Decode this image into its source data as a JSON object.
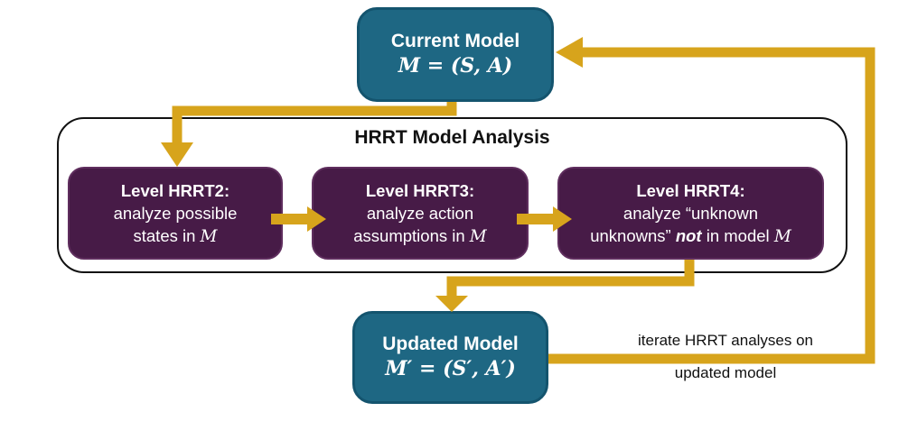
{
  "current_model": {
    "title": "Current Model",
    "formula": "M = (S, A)"
  },
  "analysis": {
    "title": "HRRT Model Analysis",
    "boxes": [
      {
        "title": "Level HRRT2:",
        "line2": "analyze possible",
        "line3_pre": "states in ",
        "math": "M"
      },
      {
        "title": "Level HRRT3:",
        "line2": "analyze action",
        "line3_pre": "assumptions in ",
        "math": "M"
      },
      {
        "title": "Level HRRT4:",
        "line2": "analyze “unknown",
        "line3_pre": "unknowns” ",
        "line3_emph": "not",
        "line3_mid": " in model ",
        "math": "M"
      }
    ]
  },
  "updated_model": {
    "title": "Updated Model",
    "formula": "M′ = (S′, A′)"
  },
  "feedback_label": {
    "line1": "iterate HRRT analyses on",
    "line2": "updated model"
  },
  "colors": {
    "teal_fill": "#1E6783",
    "teal_border": "#14546E",
    "purple_fill": "#471B47",
    "purple_border": "#5F2E5E",
    "arrow_gold": "#D7A41C",
    "container_border": "#111111",
    "text_light": "#FFFFFF",
    "text_dark": "#111111"
  }
}
